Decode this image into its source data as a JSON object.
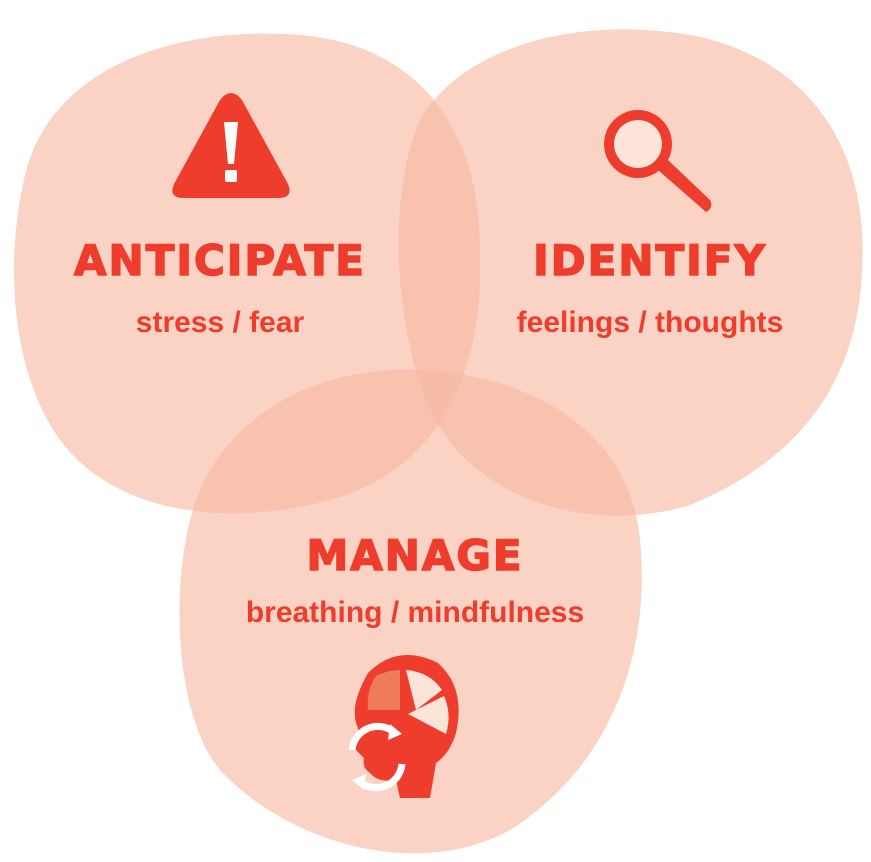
{
  "colors": {
    "accent": "#ee3d2c",
    "blob_fill": "#f7b8a0",
    "icon_light": "#fde4d8",
    "icon_mid": "#f07a5c"
  },
  "sections": {
    "anticipate": {
      "title": "ANTICIPATE",
      "subtitle": "stress / fear",
      "icon": "warning-triangle-icon"
    },
    "identify": {
      "title": "IDENTIFY",
      "subtitle": "feelings / thoughts",
      "icon": "magnifying-glass-icon"
    },
    "manage": {
      "title": "MANAGE",
      "subtitle": "breathing / mindfulness",
      "icon": "mind-cycle-head-icon"
    }
  }
}
